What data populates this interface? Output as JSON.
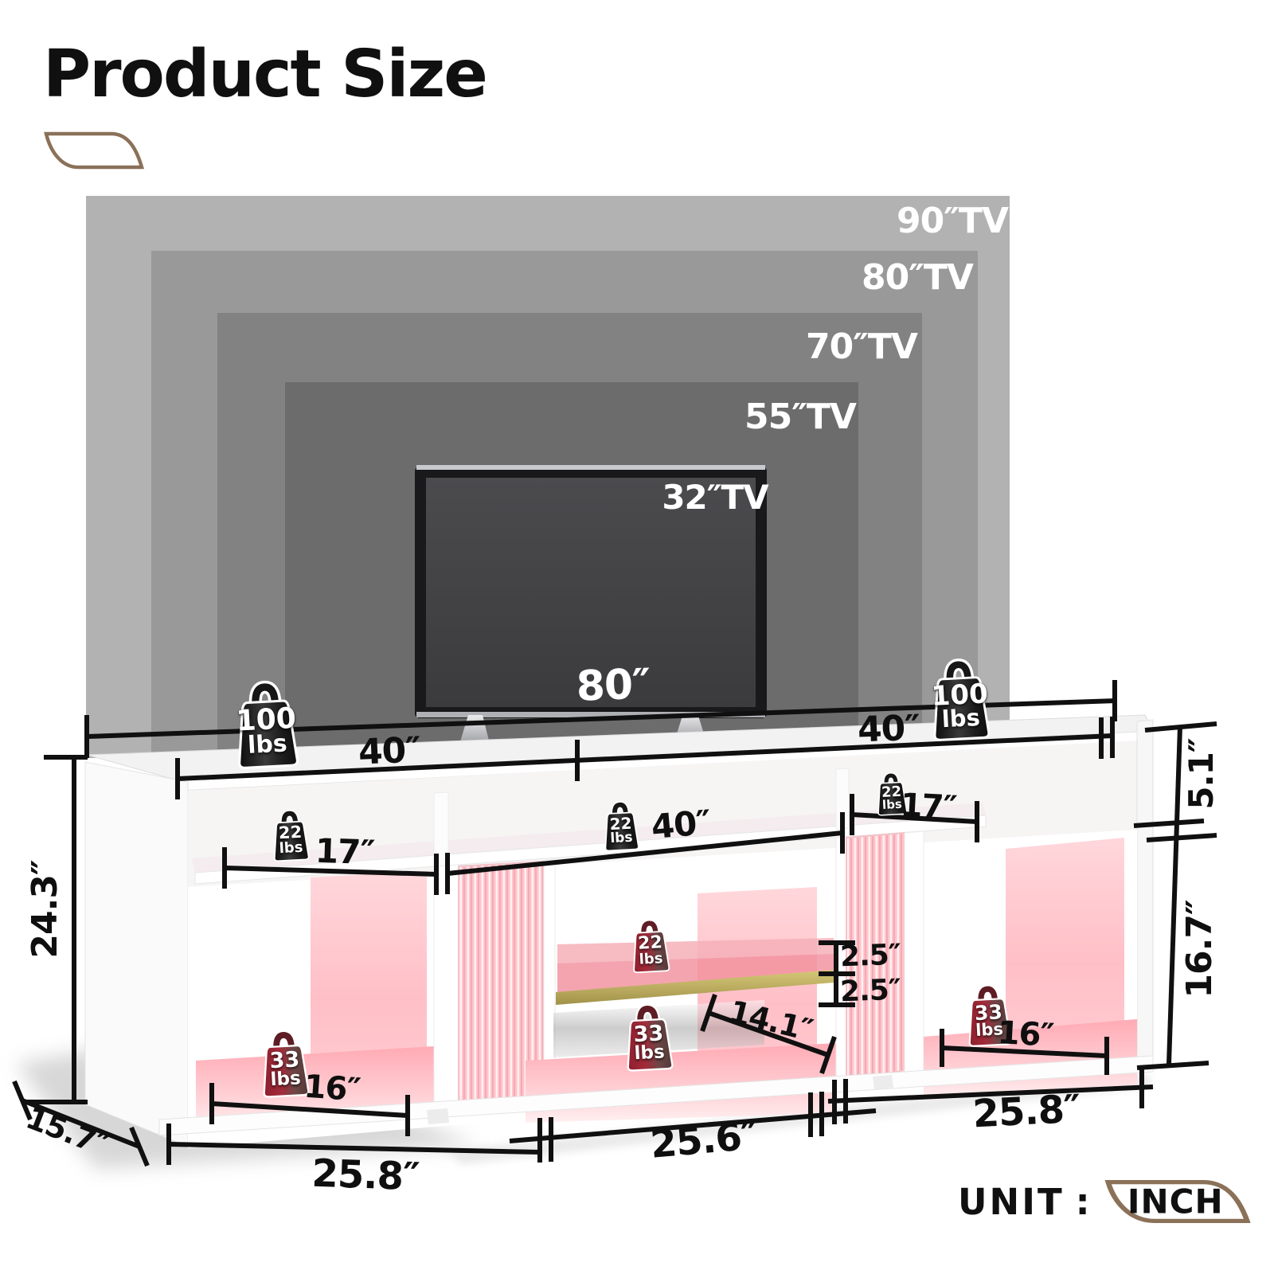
{
  "title": "Product Size",
  "unit": {
    "label": "UNIT",
    "separator": ":",
    "value": "INCH"
  },
  "tv_overlays": [
    {
      "label": "90″TV"
    },
    {
      "label": "80″TV"
    },
    {
      "label": "70″TV"
    },
    {
      "label": "55″TV"
    },
    {
      "label": "32″TV"
    }
  ],
  "dimensions": {
    "tv_total_width": "80″",
    "top_left_half": "40″",
    "top_right_half": "40″",
    "upper_shelf_left": "17″",
    "upper_shelf_middle": "40″",
    "upper_shelf_right": "17″",
    "overall_height": "24.3″",
    "overall_depth": "15.7″",
    "upper_shelf_height": "5.1″",
    "cabinet_height": "16.7″",
    "glass_shelf_above": "2.5″",
    "glass_shelf_below": "2.5″",
    "glass_shelf_depth": "14.1″",
    "left_cabinet_width": "16″",
    "right_cabinet_width": "16″",
    "bottom_left_width": "25.8″",
    "bottom_middle_width": "25.6″",
    "bottom_right_width": "25.8″"
  },
  "weights": {
    "tabletop": {
      "value": "100",
      "unit": "lbs"
    },
    "open_shelf": {
      "value": "22",
      "unit": "lbs"
    },
    "glass_shelf": {
      "value": "22",
      "unit": "lbs"
    },
    "cabinet": {
      "value": "33",
      "unit": "lbs"
    }
  },
  "colors": {
    "led_pink": "#ffc3ca",
    "glass_gold_edge": "#c3b45e",
    "leaf_brown": "#8a7158",
    "tv_gray_90": "#b2b2b2",
    "tv_gray_80": "#999999",
    "tv_gray_70": "#828282",
    "tv_gray_55": "#6c6c6c",
    "dimension_line": "#111111",
    "weight_black": "#1d1d1d",
    "weight_maroon": "#8a2230"
  }
}
